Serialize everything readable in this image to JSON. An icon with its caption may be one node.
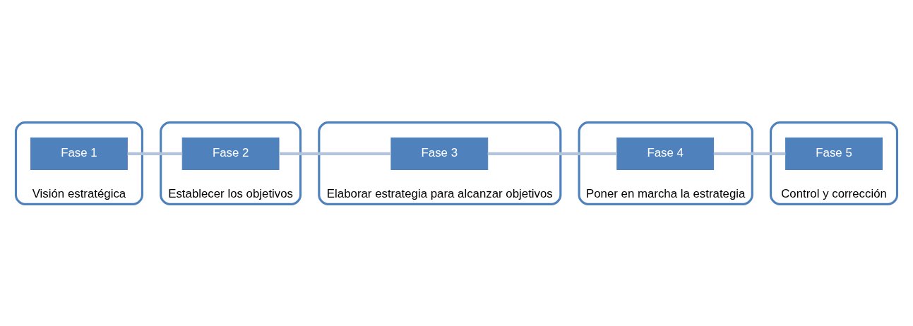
{
  "diagram": {
    "nodes": [
      {
        "text": [
          "Visión estratégica"
        ]
      },
      {
        "text": [
          "Fase 1"
        ],
        "in": 0
      },
      {
        "text": [
          "Establecer los objetivos"
        ]
      },
      {
        "text": [
          "Fase 2"
        ],
        "in": 2
      },
      {
        "text": [
          "Elaborar estrategia para alcanzar objetivos"
        ]
      },
      {
        "text": [
          "Fase 3"
        ],
        "in": 4
      },
      {
        "text": [
          "Poner en marcha la estrategia"
        ]
      },
      {
        "text": [
          "Fase 4"
        ],
        "in": 6
      },
      {
        "text": [
          "Control y corrección"
        ]
      },
      {
        "text": [
          "Fase 5"
        ],
        "in": 8
      }
    ],
    "edges": [
      {
        "from": 1,
        "to": 3,
        "arrow": "none"
      },
      {
        "from": 3,
        "to": 5,
        "arrow": "none"
      },
      {
        "from": 5,
        "to": 7,
        "arrow": "none"
      },
      {
        "from": 7,
        "to": 9,
        "arrow": "none"
      }
    ]
  }
}
